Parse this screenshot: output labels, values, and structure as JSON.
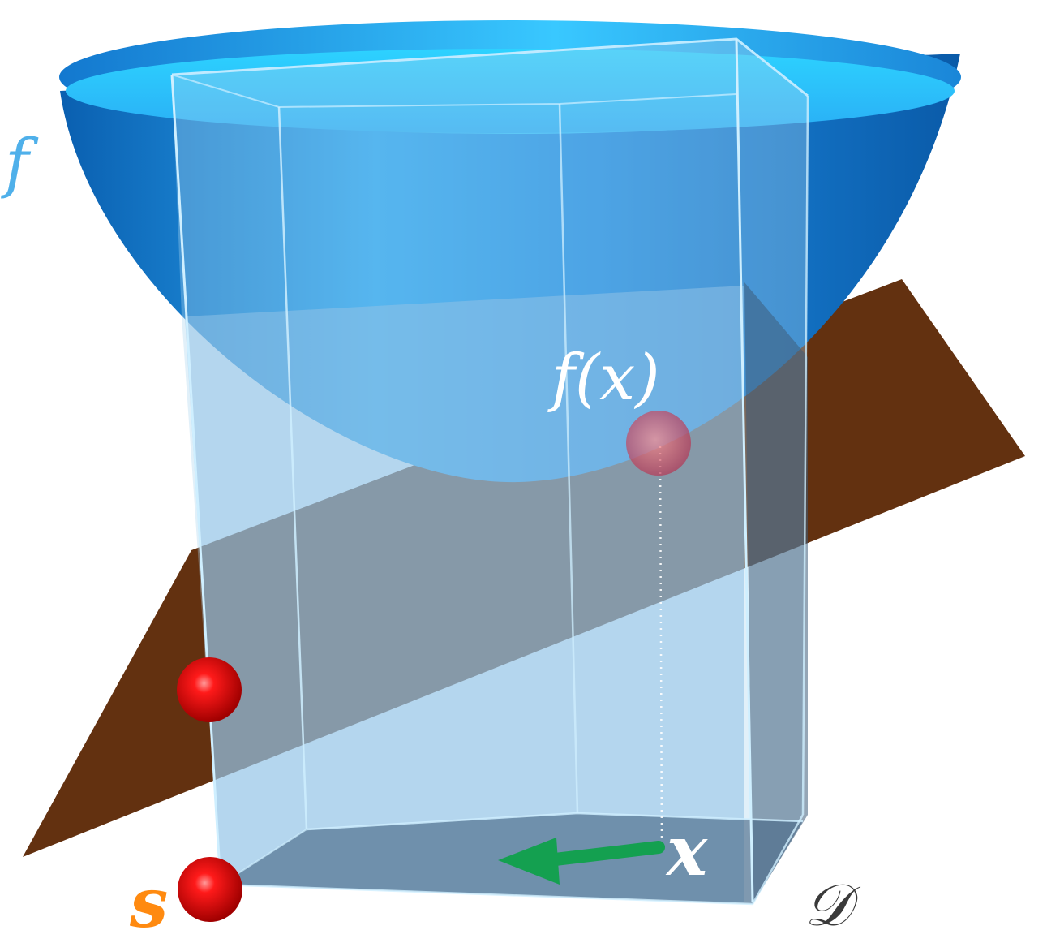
{
  "labels": {
    "f": "f",
    "fx": "f(x)",
    "x": "x",
    "s": "s",
    "domain": "𝒟"
  },
  "colors": {
    "bowl": "#1e8fe6",
    "plane": "#5e2a08",
    "prism": "#9fd2f2",
    "point": "#e00000",
    "arrow": "#14a050",
    "label_f": "#4fb0ea",
    "label_s": "#ff8a10",
    "label_domain": "#3a3a3a"
  }
}
